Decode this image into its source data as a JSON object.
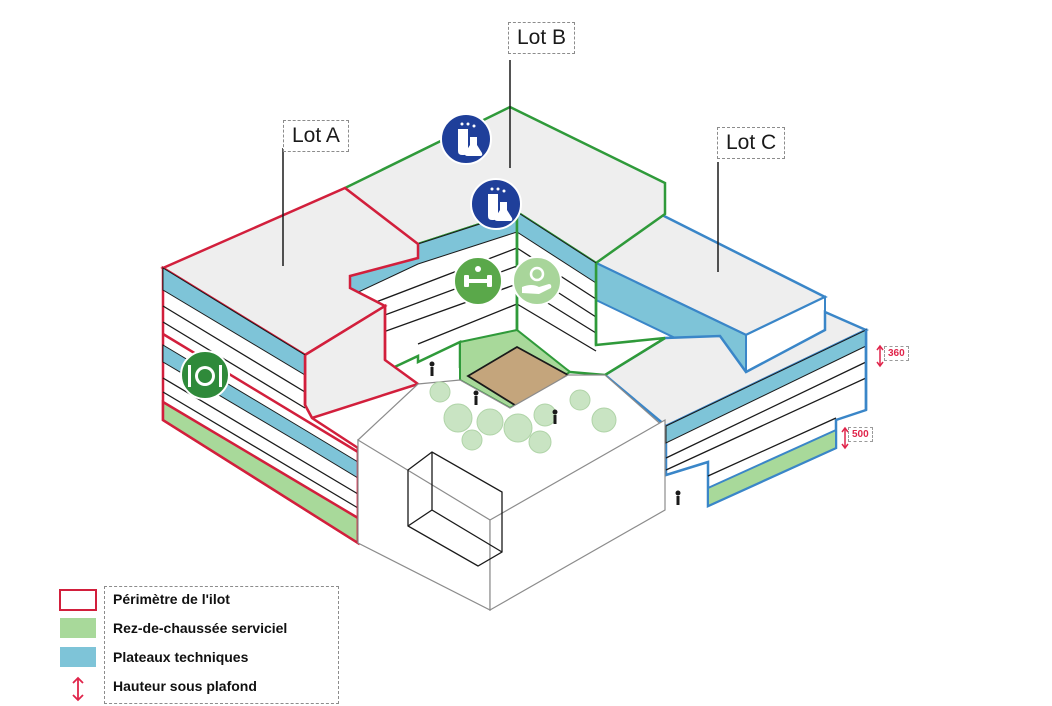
{
  "lots": {
    "a": "Lot A",
    "b": "Lot B",
    "c": "Lot C"
  },
  "dimensions": {
    "upper": "360",
    "lower": "500"
  },
  "legend": {
    "items": [
      {
        "label": "Périmètre de l'ilot",
        "color": "#d21f3c"
      },
      {
        "label": "Rez-de-chaussée serviciel",
        "color": "#a8d99a"
      },
      {
        "label": "Plateaux techniques",
        "color": "#7ec4d8"
      },
      {
        "label": "Hauteur sous plafond",
        "color": "#e0244a"
      }
    ]
  },
  "colors": {
    "lot_a_outline": "#d21f3c",
    "lot_b_outline": "#2f9a3a",
    "lot_c_outline": "#3a86c8",
    "technical_floor": "#7ec4d8",
    "service_ground_floor": "#a8d99a",
    "courtyard": "#c4a57c",
    "roof": "#eeeeee",
    "icon_blue": "#1f3f9a",
    "icon_green": "#5aa84a",
    "icon_light_green": "#a8d59a"
  },
  "icons": [
    "lab-flask-icon",
    "lab-flask-icon",
    "fitness-icon",
    "care-hand-icon",
    "restaurant-icon",
    "person-icon",
    "tree-icon"
  ]
}
